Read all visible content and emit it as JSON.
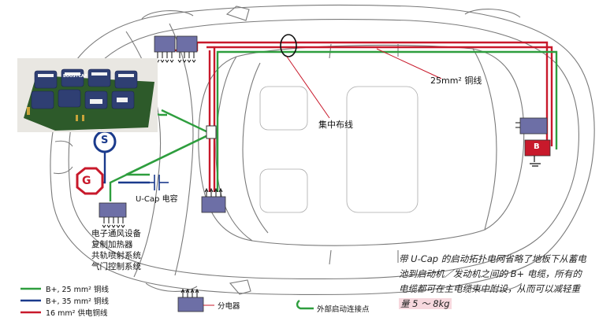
{
  "labels": {
    "bus_label": "25mm² 铜线",
    "central_wiring": "集中布线",
    "ucap": "U-Cap 电容",
    "generator": "G",
    "starter": "S",
    "battery": "B",
    "photo_brand": "BOOSTCAP"
  },
  "devices": [
    "电子通风设备",
    "复制加热器",
    "共轨喷射系统",
    "气门控制系统"
  ],
  "legend": {
    "green": "B+, 25 mm² 铜线",
    "blue": "B+, 35 mm² 铜线",
    "red": "16 mm² 供电铜线",
    "distributor": "分电器",
    "ext_start": "外部启动连接点"
  },
  "note": {
    "lines": [
      "带 U-Cap 的启动拓扑电网省略了地板下从蓄电",
      "池到启动机／发动机之间的 B+ 电缆，所有的",
      "电缆都可在主电缆束中附设，从而可以减轻重",
      "量 5 ～ 8kg"
    ]
  },
  "colors": {
    "green": "#2e9e3e",
    "blue": "#1a3a8c",
    "red": "#c8192b",
    "distributor": "#6d6fa6",
    "note_highlight": "#f7d8de"
  }
}
